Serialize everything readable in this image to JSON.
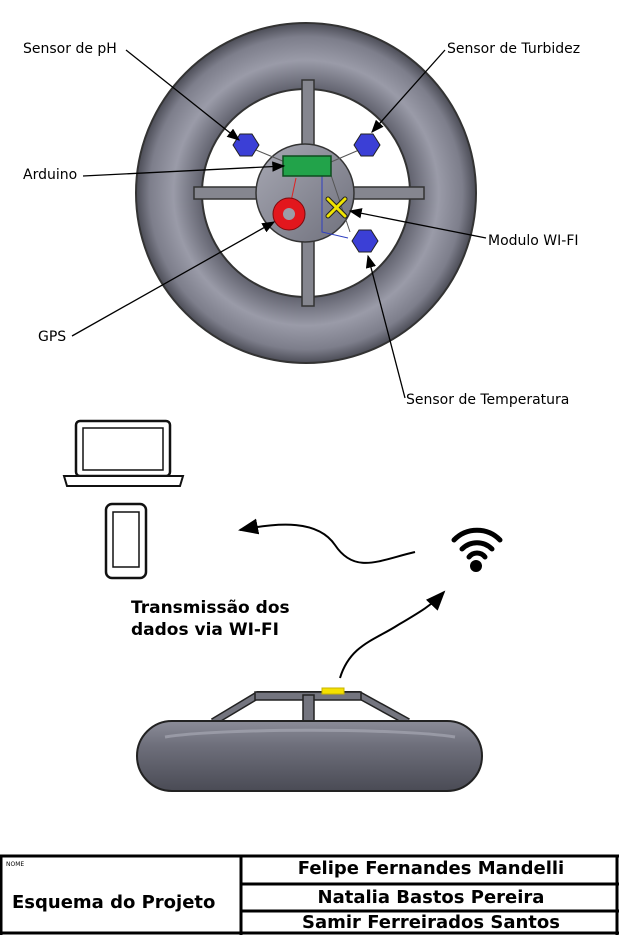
{
  "labels": {
    "ph": "Sensor de pH",
    "turbidez": "Sensor de Turbidez",
    "arduino": "Arduino",
    "wifi_module": "Modulo WI-FI",
    "gps": "GPS",
    "temperatura": "Sensor de Temperatura"
  },
  "caption": {
    "line1": "Transmissão dos",
    "line2": "dados via WI-FI"
  },
  "title_block": {
    "small_label": "NOME",
    "title": "Esquema do Projeto",
    "names": [
      "Felipe Fernandes Mandelli",
      "Natalia Bastos Pereira",
      "Samir Ferreirados Santos"
    ]
  },
  "colors": {
    "float": "#7e7f8c",
    "sensor": "#3b3fd6",
    "arduino": "#22a34a",
    "gps": "#e2171d",
    "wifi_x": "#f0e400",
    "antenna": "#f5e000"
  }
}
